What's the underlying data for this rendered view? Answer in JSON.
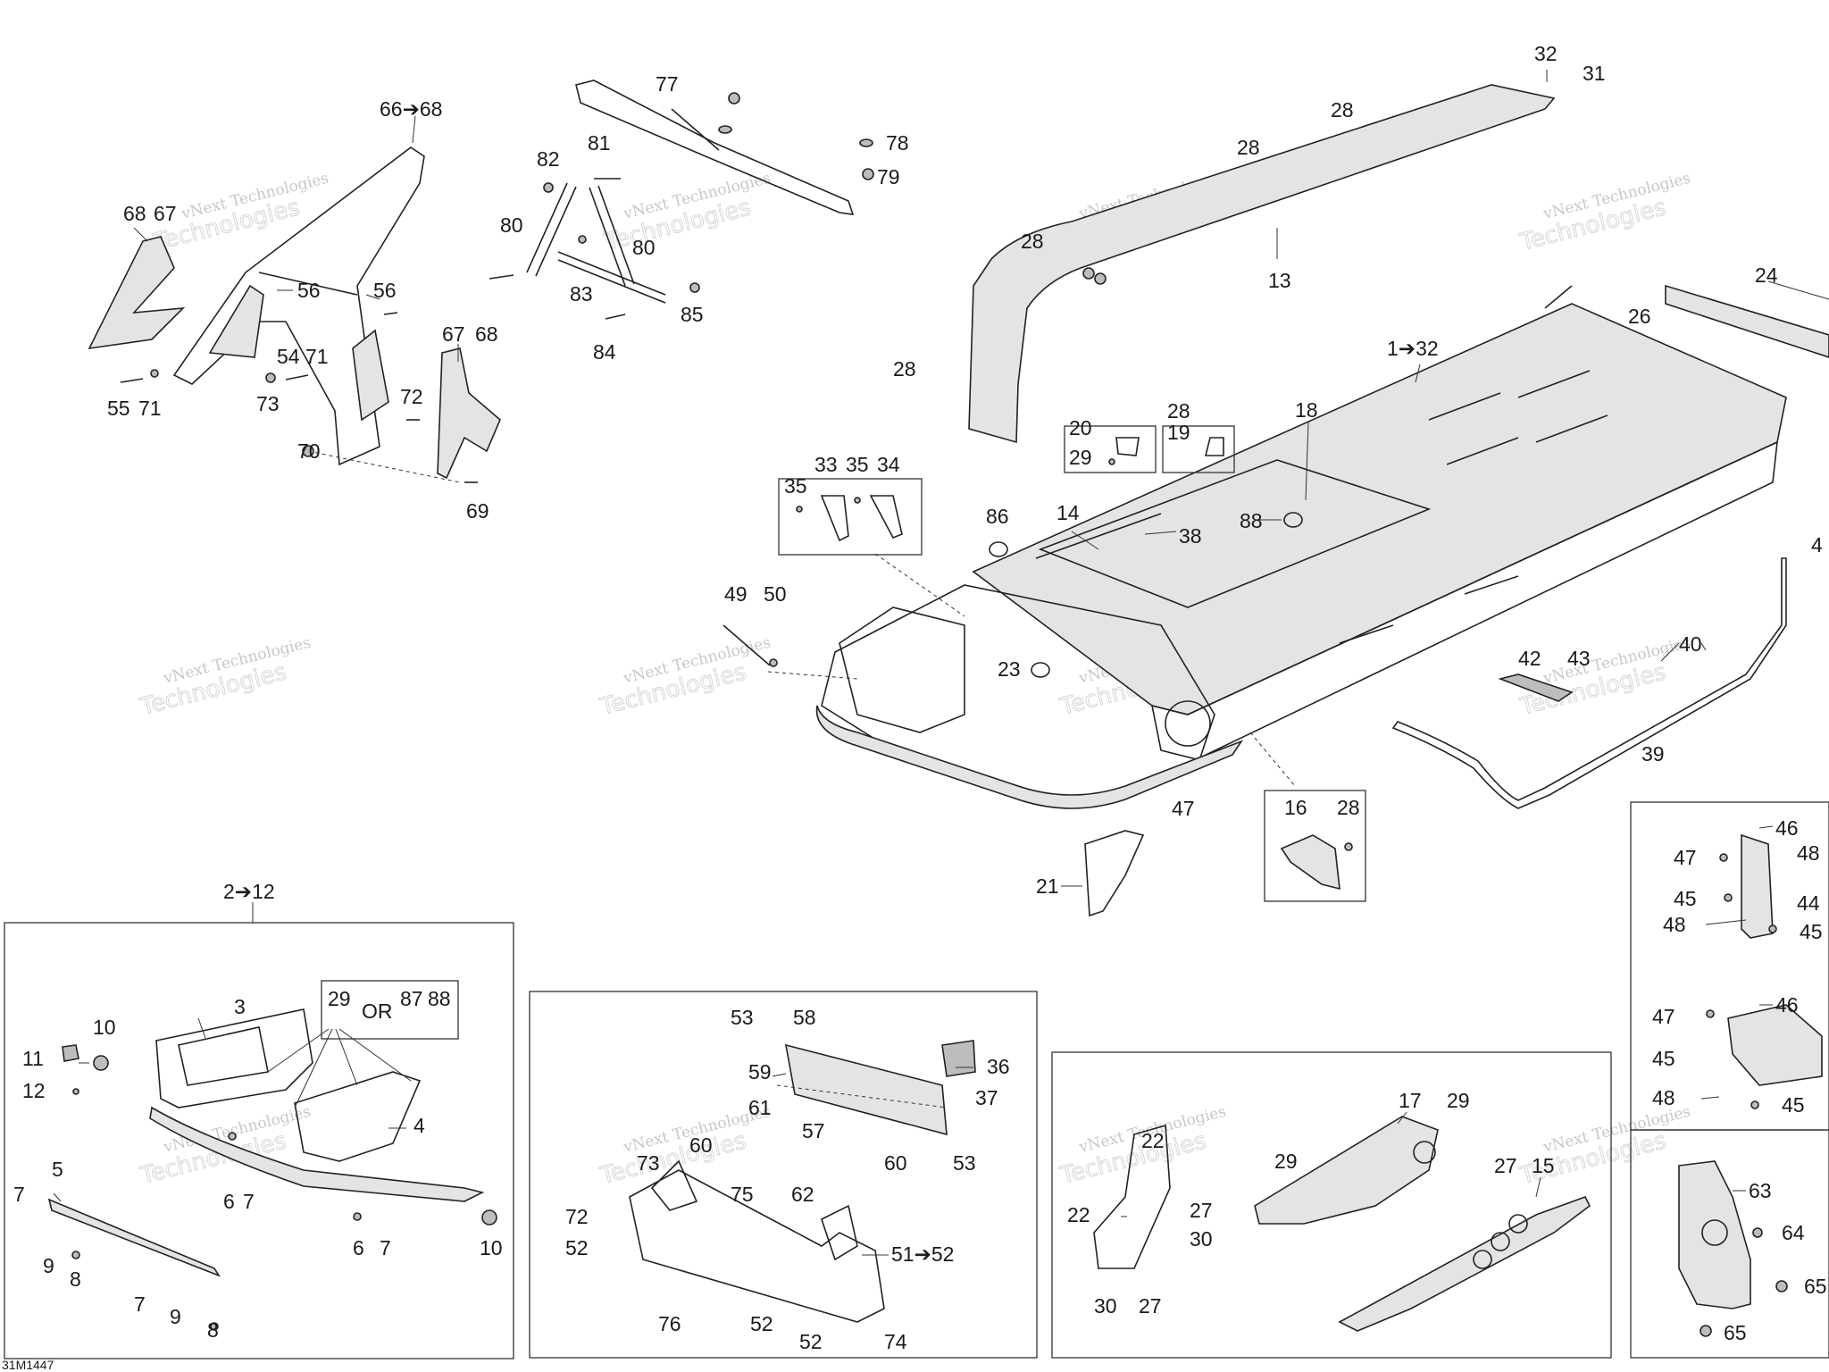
{
  "drawing_ref": "31M1447",
  "watermark": {
    "line1": "vNext Technologies",
    "line2": "Technologies"
  },
  "callouts": {
    "c1_32": "1➔32",
    "c2_12": "2➔12",
    "c3": "3",
    "c4": "4",
    "c5": "5",
    "c6a": "6",
    "c6b": "6",
    "c7a": "7",
    "c7b": "7",
    "c7c": "7",
    "c7d": "7",
    "c8a": "8",
    "c8b": "8",
    "c9a": "9",
    "c9b": "9",
    "c10a": "10",
    "c10b": "10",
    "c11": "11",
    "c12": "12",
    "c13": "13",
    "c14": "14",
    "c15": "15",
    "c16": "16",
    "c17": "17",
    "c18": "18",
    "c19": "19",
    "c20": "20",
    "c21": "21",
    "c22a": "22",
    "c22b": "22",
    "c23": "23",
    "c24": "24",
    "c26": "26",
    "c27a": "27",
    "c27b": "27",
    "c27c": "27",
    "c28a": "28",
    "c28b": "28",
    "c28c": "28",
    "c28d": "28",
    "c28e": "28",
    "c28f": "28",
    "c29a": "29",
    "c29b": "29",
    "c29c": "29",
    "c29d": "29",
    "c30a": "30",
    "c30b": "30",
    "c31": "31",
    "c32": "32",
    "c33": "33",
    "c34": "34",
    "c35a": "35",
    "c35b": "35",
    "c36": "36",
    "c37": "37",
    "c38": "38",
    "c39": "39",
    "c40": "40",
    "c42": "42",
    "c43": "43",
    "c44": "44",
    "c45a": "45",
    "c45b": "45",
    "c45c": "45",
    "c45d": "45",
    "c46a": "46",
    "c46b": "46",
    "c47a": "47",
    "c47b": "47",
    "c47c": "47",
    "c48a": "48",
    "c48b": "48",
    "c48c": "48",
    "c49": "49",
    "c50": "50",
    "c51_52": "51➔52",
    "c52a": "52",
    "c52b": "52",
    "c52c": "52",
    "c53a": "53",
    "c53b": "53",
    "c54": "54",
    "c55": "55",
    "c56a": "56",
    "c56b": "56",
    "c57": "57",
    "c58": "58",
    "c59": "59",
    "c60a": "60",
    "c60b": "60",
    "c61": "61",
    "c62": "62",
    "c63": "63",
    "c64": "64",
    "c65a": "65",
    "c65b": "65",
    "c66_68": "66➔68",
    "c67a": "67",
    "c67b": "67",
    "c68a": "68",
    "c68b": "68",
    "c69": "69",
    "c70": "70",
    "c71a": "71",
    "c71b": "71",
    "c72a": "72",
    "c72b": "72",
    "c73a": "73",
    "c73b": "73",
    "c74": "74",
    "c75": "75",
    "c76": "76",
    "c77": "77",
    "c78": "78",
    "c79": "79",
    "c80a": "80",
    "c80b": "80",
    "c81": "81",
    "c82": "82",
    "c83": "83",
    "c84": "84",
    "c85": "85",
    "c86": "86",
    "c87": "87",
    "c88a": "88",
    "c88b": "88",
    "or_label": "OR",
    "c_edge4": "4"
  }
}
